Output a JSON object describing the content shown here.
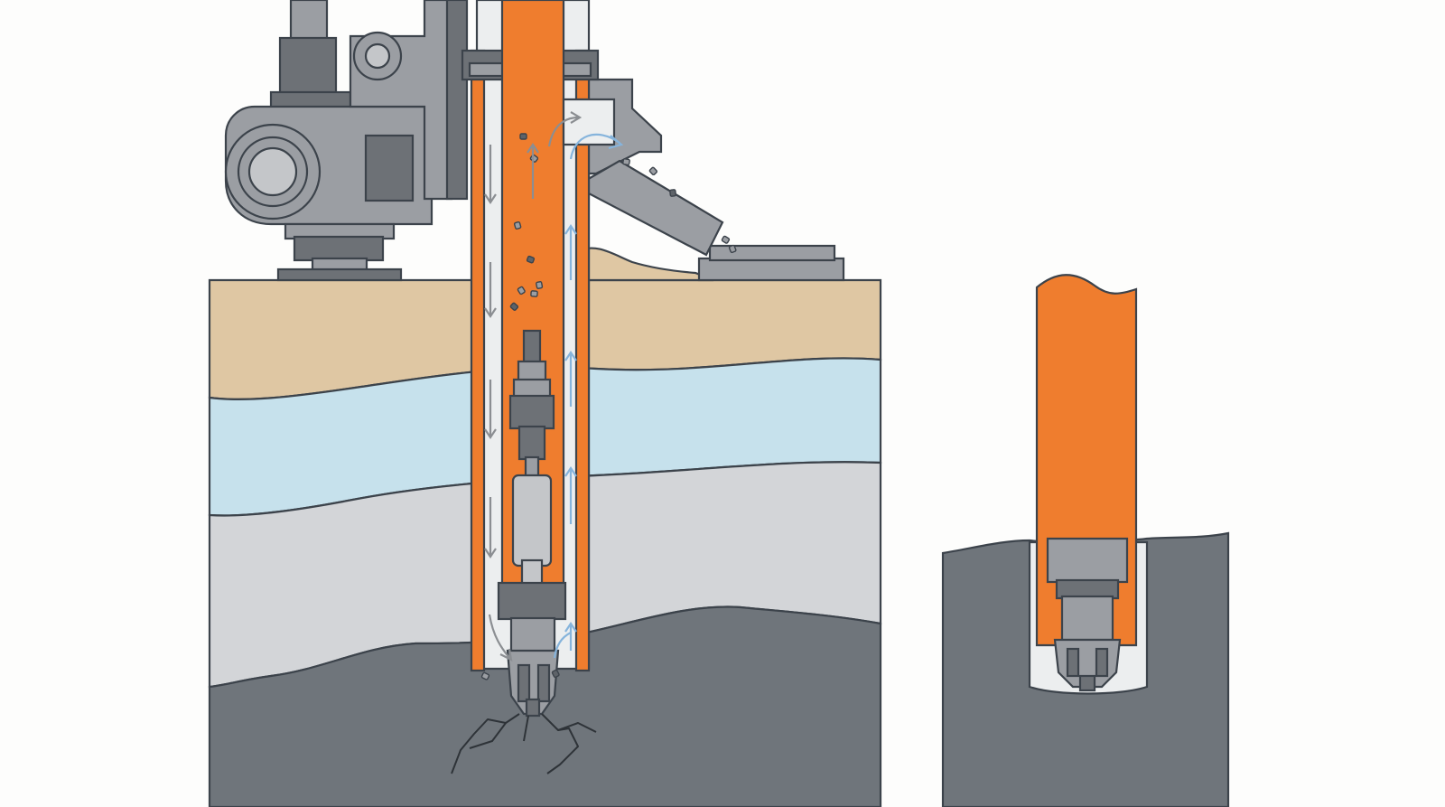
{
  "figure": {
    "kind": "cross-section illustration",
    "labels": []
  },
  "colors": {
    "background": "#fdfdfc",
    "outline": "#3c434b",
    "casing_orange": "#ef7d2e",
    "steel_gray": "#9b9ea3",
    "steel_dark": "#6d7176",
    "topsoil": "#dfc7a3",
    "water_layer": "#c6e1ec",
    "clay_layer": "#d3d5d8",
    "bedrock": "#6f757b",
    "annulus": "#eceeef",
    "flow_down_arrow": "#8b8e92",
    "flow_up_arrow": "#86b4dc"
  },
  "icons": {
    "rig": "drill-rig-head",
    "bit": "drill-bit",
    "hammer": "down-the-hole-hammer",
    "spoil": "spoil-discharge-chute",
    "tray": "cuttings-tray",
    "arrow_down": "flow-arrow-down",
    "arrow_up": "flow-arrow-up"
  }
}
